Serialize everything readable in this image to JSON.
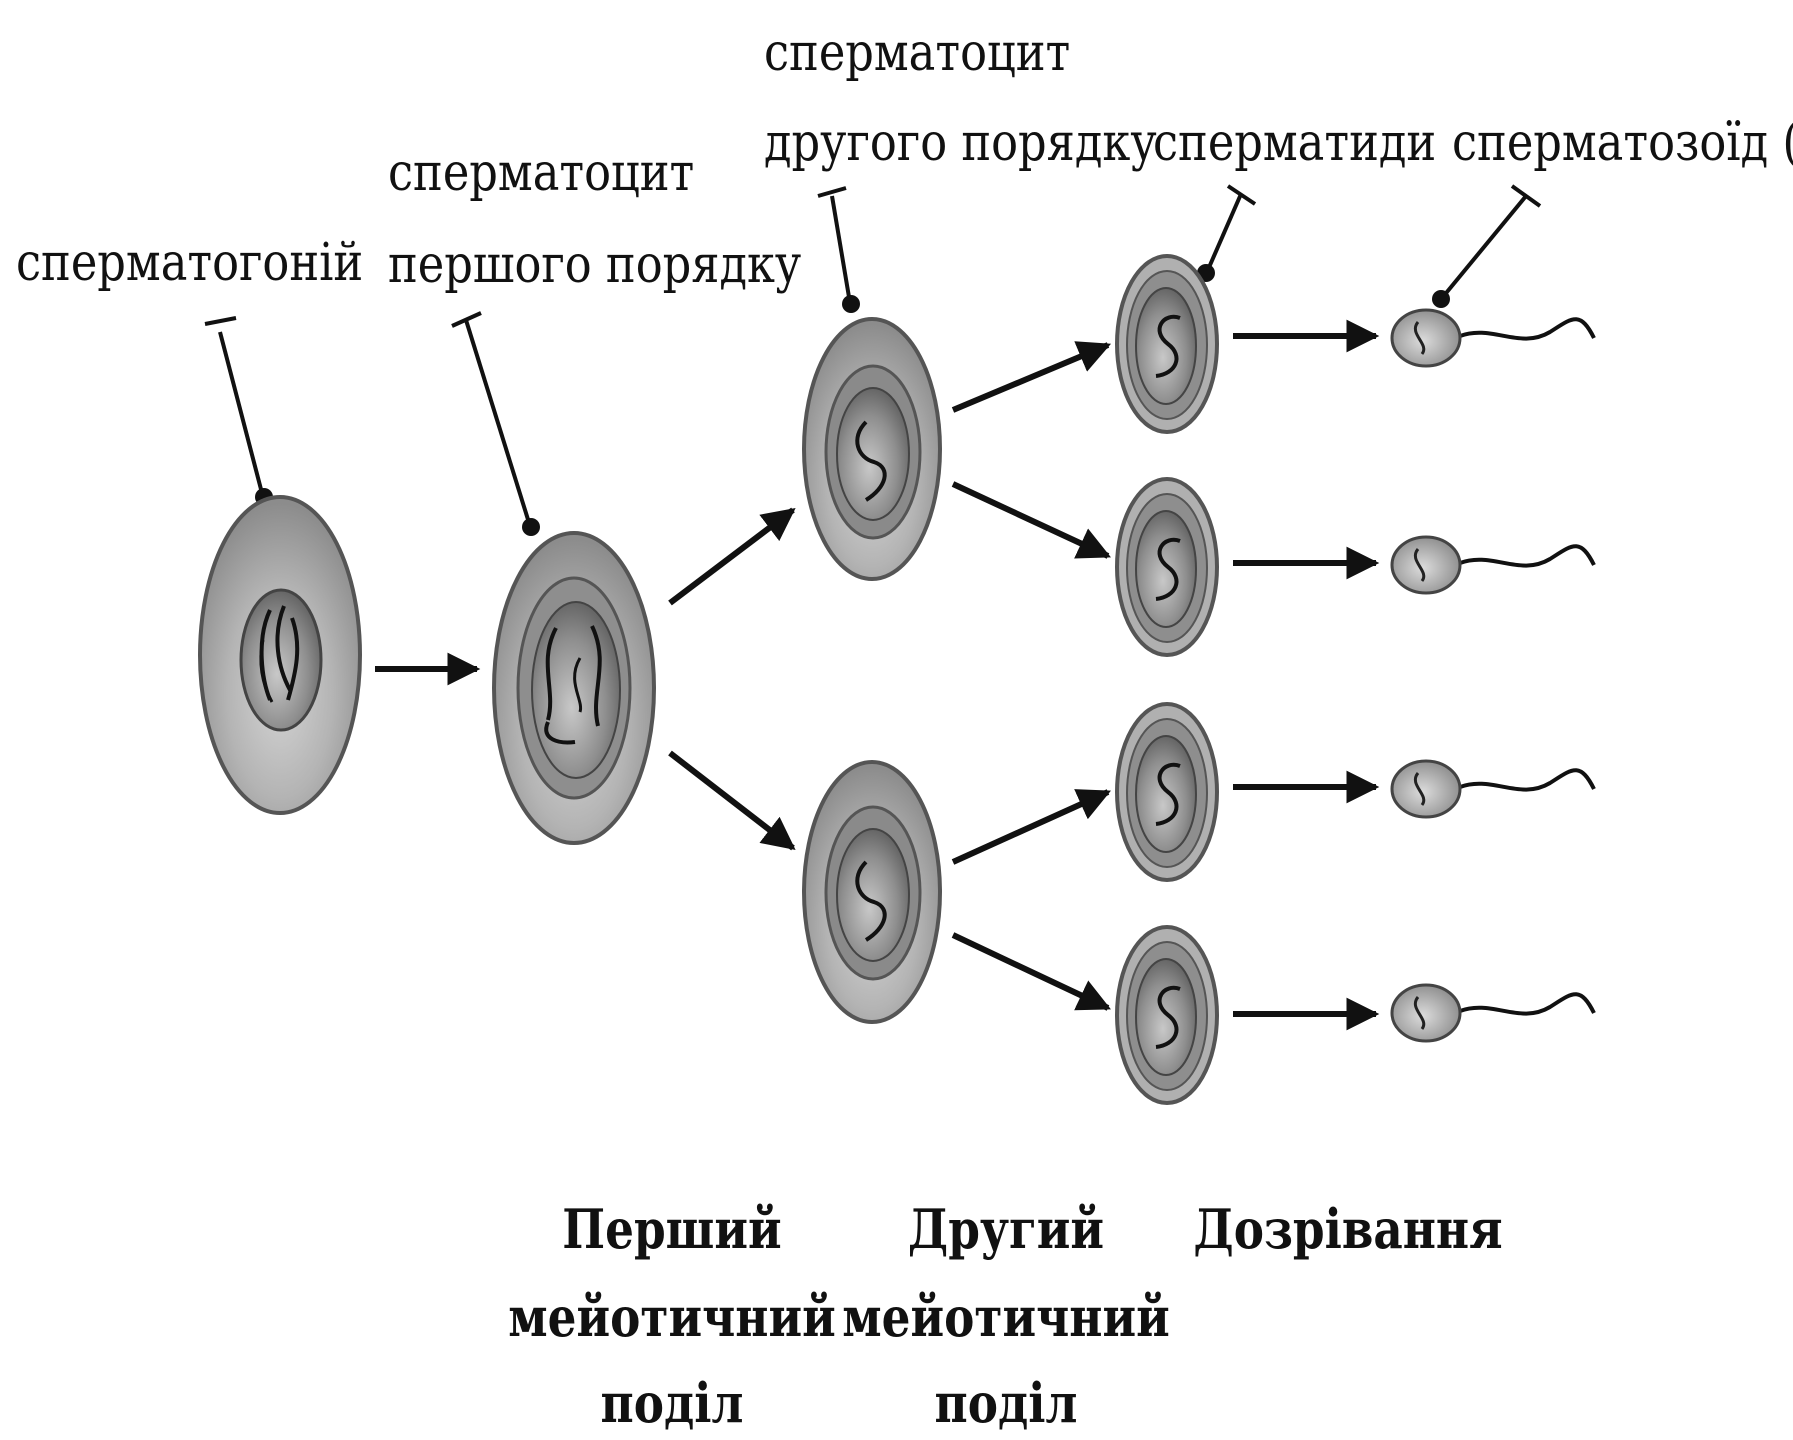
{
  "labels": {
    "spermatogonium": "сперматогоній",
    "primary_l1": "сперматоцит",
    "primary_l2": "першого порядку",
    "secondary_l1": "сперматоцит",
    "secondary_l2": "другого порядку",
    "spermatids": "сперматиди",
    "spermatozoon": "сперматозоїд (n)"
  },
  "stages": {
    "meiosis1": [
      "Перший",
      "мейотичний",
      "поділ"
    ],
    "meiosis2": [
      "Другий",
      "мейотичний",
      "поділ"
    ],
    "maturation": "Дозрівання"
  }
}
